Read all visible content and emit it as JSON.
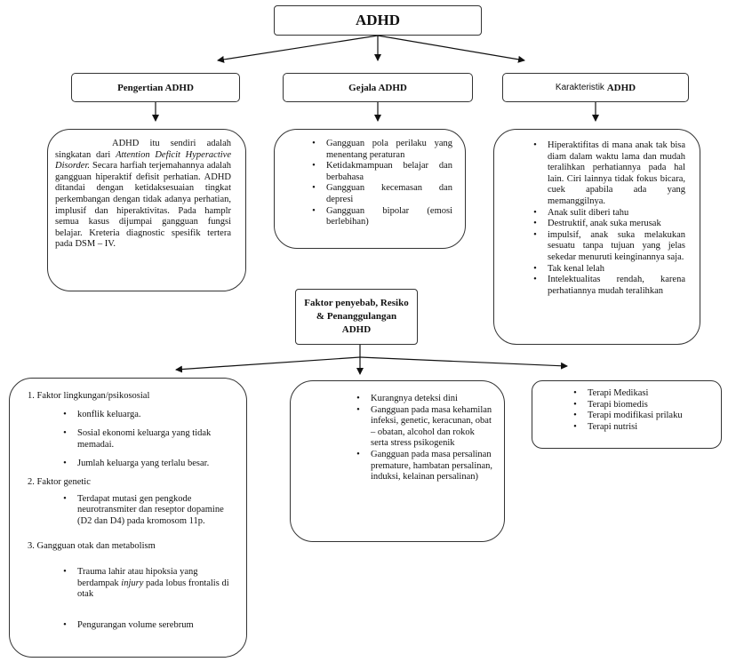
{
  "root": {
    "title": "ADHD"
  },
  "headers": {
    "pengertian": "Pengertian ADHD",
    "gejala": "Gejala ADHD",
    "karakteristik_prefix": "Karakteristik",
    "karakteristik_suffix": "ADHD"
  },
  "pengertian": {
    "part1": "ADHD itu sendiri adalah singkatan dari ",
    "italic": "Attention Deficit Hyperactive Disorder.",
    "part2": " Secara harfiah terjemahannya adalah gangguan hiperaktif defisit perhatian. ADHD ditandai dengan ketidaksesuaian tingkat perkembangan dengan tidak adanya perhatian, implusif dan hiperaktivitas. Pada hamplr semua kasus dijumpai gangguan fungsi belajar. Kreteria diagnostic spesifik tertera pada DSM – IV."
  },
  "gejala": {
    "items": [
      "Gangguan pola perilaku yang menentang peraturan",
      "Ketidakmampuan belajar dan berbahasa",
      "Gangguan kecemasan dan depresi",
      "Gangguan bipolar (emosi berlebihan)"
    ]
  },
  "karakteristik": {
    "items": [
      "Hiperaktifitas di mana anak tak bisa diam dalam waktu lama dan mudah teralihkan perhatiannya pada hal lain. Ciri lainnya tidak fokus bicara, cuek apabila ada yang memanggilnya.",
      "Anak sulit diberi tahu",
      "Destruktif, anak suka merusak",
      "impulsif, anak suka melakukan sesuatu tanpa tujuan yang jelas sekedar menuruti keinginannya saja.",
      "Tak kenal lelah",
      "Intelektualitas rendah, karena perhatiannya mudah teralihkan"
    ]
  },
  "faktor": {
    "title": "Faktor penyebab, Resiko & Penanggulangan ADHD"
  },
  "penyebab": {
    "sections": [
      {
        "heading": "1. Faktor lingkungan/psikososial",
        "items": [
          "konflik keluarga.",
          "Sosial ekonomi keluarga yang tidak memadai.",
          "Jumlah keluarga yang terlalu besar."
        ]
      },
      {
        "heading": "2. Faktor genetic",
        "items": [
          "Terdapat mutasi gen pengkode neurotransmiter dan reseptor dopamine (D2 dan D4) pada kromosom 11p."
        ]
      },
      {
        "heading": "3. Gangguan otak dan metabolism",
        "trauma_a": "Trauma lahir atau hipoksia yang berdampak ",
        "trauma_italic": "injury",
        "trauma_b": " pada lobus frontalis di otak",
        "items": [
          "Pengurangan volume serebrum"
        ]
      }
    ]
  },
  "resiko": {
    "items": [
      "Kurangnya deteksi dini",
      "Gangguan pada masa kehamilan infeksi, genetic, keracunan, obat – obatan, alcohol dan rokok serta stress psikogenik",
      "Gangguan pada masa persalinan premature, hambatan persalinan, induksi, kelainan persalinan)"
    ]
  },
  "penanggulangan": {
    "items": [
      "Terapi Medikasi",
      "Terapi biomedis",
      "Terapi modifikasi prilaku",
      "Terapi nutrisi"
    ]
  },
  "bullet": "•"
}
